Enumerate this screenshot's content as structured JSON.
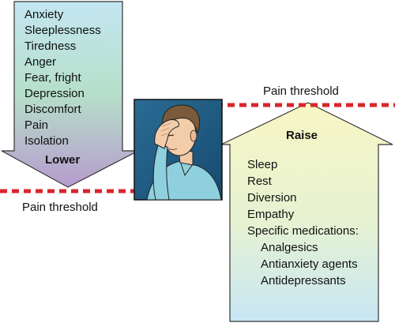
{
  "lower_arrow": {
    "items": [
      "Anxiety",
      "Sleeplessness",
      "Tiredness",
      "Anger",
      "Fear, fright",
      "Depression",
      "Discomfort",
      "Pain",
      "Isolation"
    ],
    "title": "Lower"
  },
  "raise_arrow": {
    "title": "Raise",
    "items": [
      "Sleep",
      "Rest",
      "Diversion",
      "Empathy",
      "Specific medications:"
    ],
    "medications": [
      "Analgesics",
      "Antianxiety agents",
      "Antidepressants"
    ]
  },
  "thresholds": {
    "top_label": "Pain threshold",
    "bottom_label": "Pain threshold"
  },
  "colors": {
    "threshold_line": "#d9262c",
    "lower_top": "#bfe4ef",
    "lower_bottom": "#b89ccc",
    "raise_top": "#f6f5c8",
    "raise_bottom": "#cde9f3",
    "portrait_bg": "#1f5b82"
  }
}
